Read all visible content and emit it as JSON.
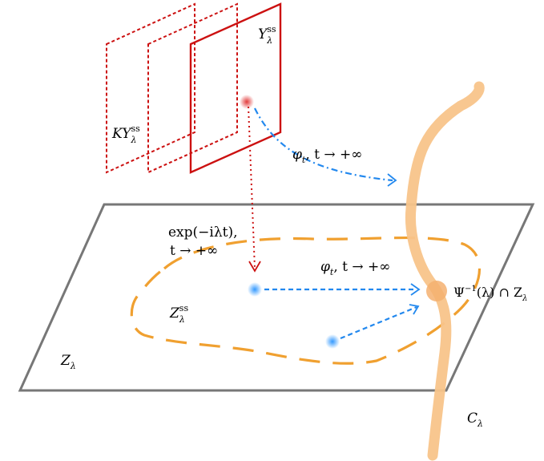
{
  "colors": {
    "frame_red": "#cc1111",
    "plane_gray": "#777777",
    "dash_orange": "#f0a030",
    "curve_orange": "#f8c48a",
    "flow_blue": "#2288ee",
    "dot_red": "#e23b3b",
    "dot_blue": "#3399ff"
  },
  "labels": {
    "y_lambda_ss": {
      "base": "Y",
      "sub": "λ",
      "sup": "ss"
    },
    "ky_lambda_ss": {
      "base": "KY",
      "sub": "λ",
      "sup": "ss"
    },
    "flow_upper": {
      "text": "φ",
      "sub": "t",
      "rest": ", t → +∞"
    },
    "exp_line1": "exp(−iλt),",
    "exp_line2": "t → +∞",
    "flow_lower": {
      "text": "φ",
      "sub": "t",
      "rest": ", t → +∞"
    },
    "z_lambda_ss": {
      "base": "Z",
      "sub": "λ",
      "sup": "ss"
    },
    "psi_inv": {
      "text": "Ψ",
      "sup": "−1",
      "rest": "(λ) ∩ Z",
      "sub": "λ"
    },
    "z_lambda": {
      "base": "Z",
      "sub": "λ"
    },
    "c_lambda": {
      "base": "C",
      "sub": "λ"
    }
  }
}
